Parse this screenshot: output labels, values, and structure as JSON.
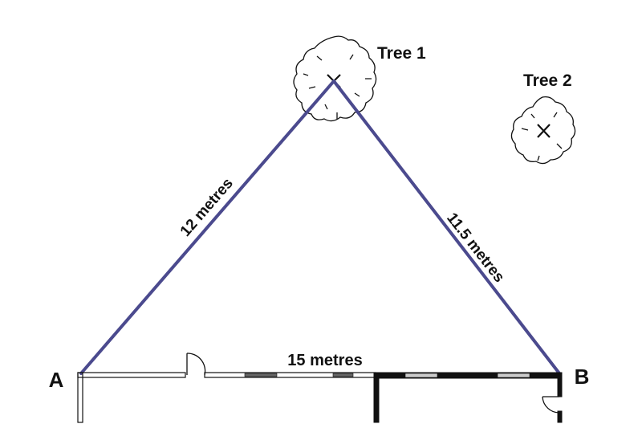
{
  "labels": {
    "tree1": "Tree 1",
    "tree2": "Tree 2",
    "side_a_tree": "12 metres",
    "side_b_tree": "11.5 metres",
    "side_a_b": "15 metres",
    "point_a": "A",
    "point_b": "B"
  },
  "colors": {
    "measure_line": "#4b4a8e",
    "ink": "#111111"
  }
}
